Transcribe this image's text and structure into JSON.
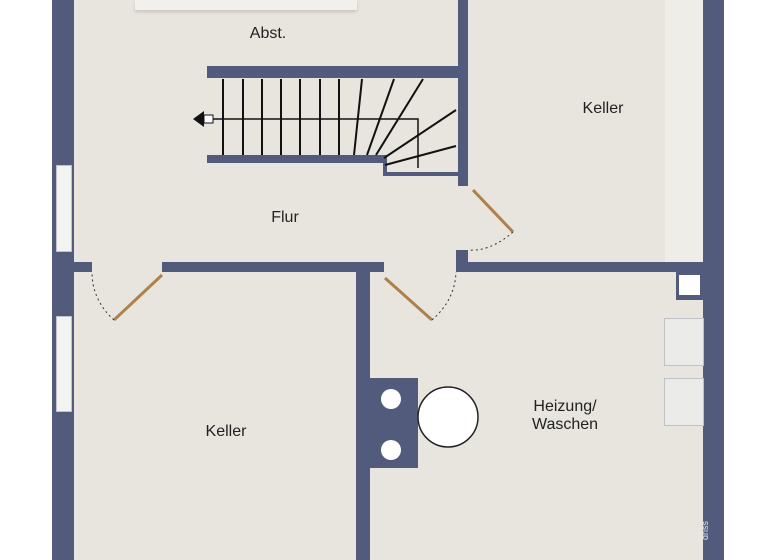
{
  "rooms": {
    "abst": "Abst.",
    "keller_top": "Keller",
    "flur": "Flur",
    "keller_bottom": "Keller",
    "heizung_line1": "Heizung/",
    "heizung_line2": "Waschen"
  },
  "watermark": "driss",
  "colors": {
    "wall": "#525b7c",
    "floor": "#e8e5df",
    "door": "#b0804a"
  }
}
